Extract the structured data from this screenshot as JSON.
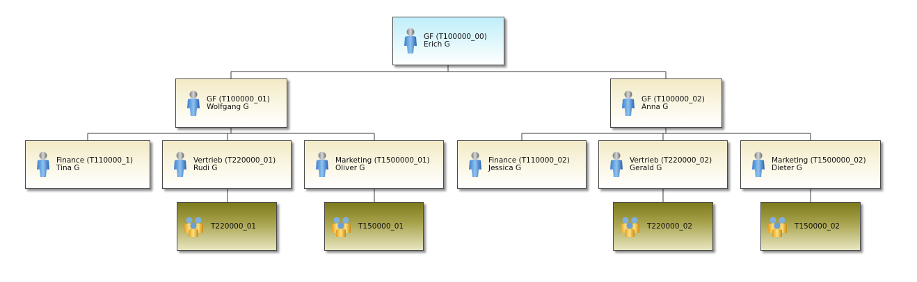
{
  "colors": {
    "person_top": "#f2eac6",
    "root_top": "#bfeefa",
    "unit_top": "#7d7a1c",
    "line": "#3a3a3a"
  },
  "nodes": {
    "root": {
      "title": "GF (T100000_00)",
      "name": "Erich G",
      "icon": "person-icon"
    },
    "gf1": {
      "title": "GF (T100000_01)",
      "name": "Wolfgang G",
      "icon": "person-icon"
    },
    "gf2": {
      "title": "GF (T100000_02)",
      "name": "Anna G",
      "icon": "person-icon"
    },
    "fin1": {
      "title": "Finance (T110000_1)",
      "name": "Tina G",
      "icon": "person-icon"
    },
    "ver1": {
      "title": "Vertrieb (T220000_01)",
      "name": "Rudi G",
      "icon": "person-icon"
    },
    "mkt1": {
      "title": "Marketing (T1500000_01)",
      "name": "Oliver G",
      "icon": "person-icon"
    },
    "fin2": {
      "title": "Finance (T110000_02)",
      "name": "Jessica G",
      "icon": "person-icon"
    },
    "ver2": {
      "title": "Vertrieb (T220000_02)",
      "name": "Gerald G",
      "icon": "person-icon"
    },
    "mkt2": {
      "title": "Marketing (T1500000_02)",
      "name": "Dieter G",
      "icon": "person-icon"
    },
    "u1": {
      "label": "T220000_01",
      "icon": "group-icon"
    },
    "u2": {
      "label": "T150000_01",
      "icon": "group-icon"
    },
    "u3": {
      "label": "T220000_02",
      "icon": "group-icon"
    },
    "u4": {
      "label": "T150000_02",
      "icon": "group-icon"
    }
  }
}
